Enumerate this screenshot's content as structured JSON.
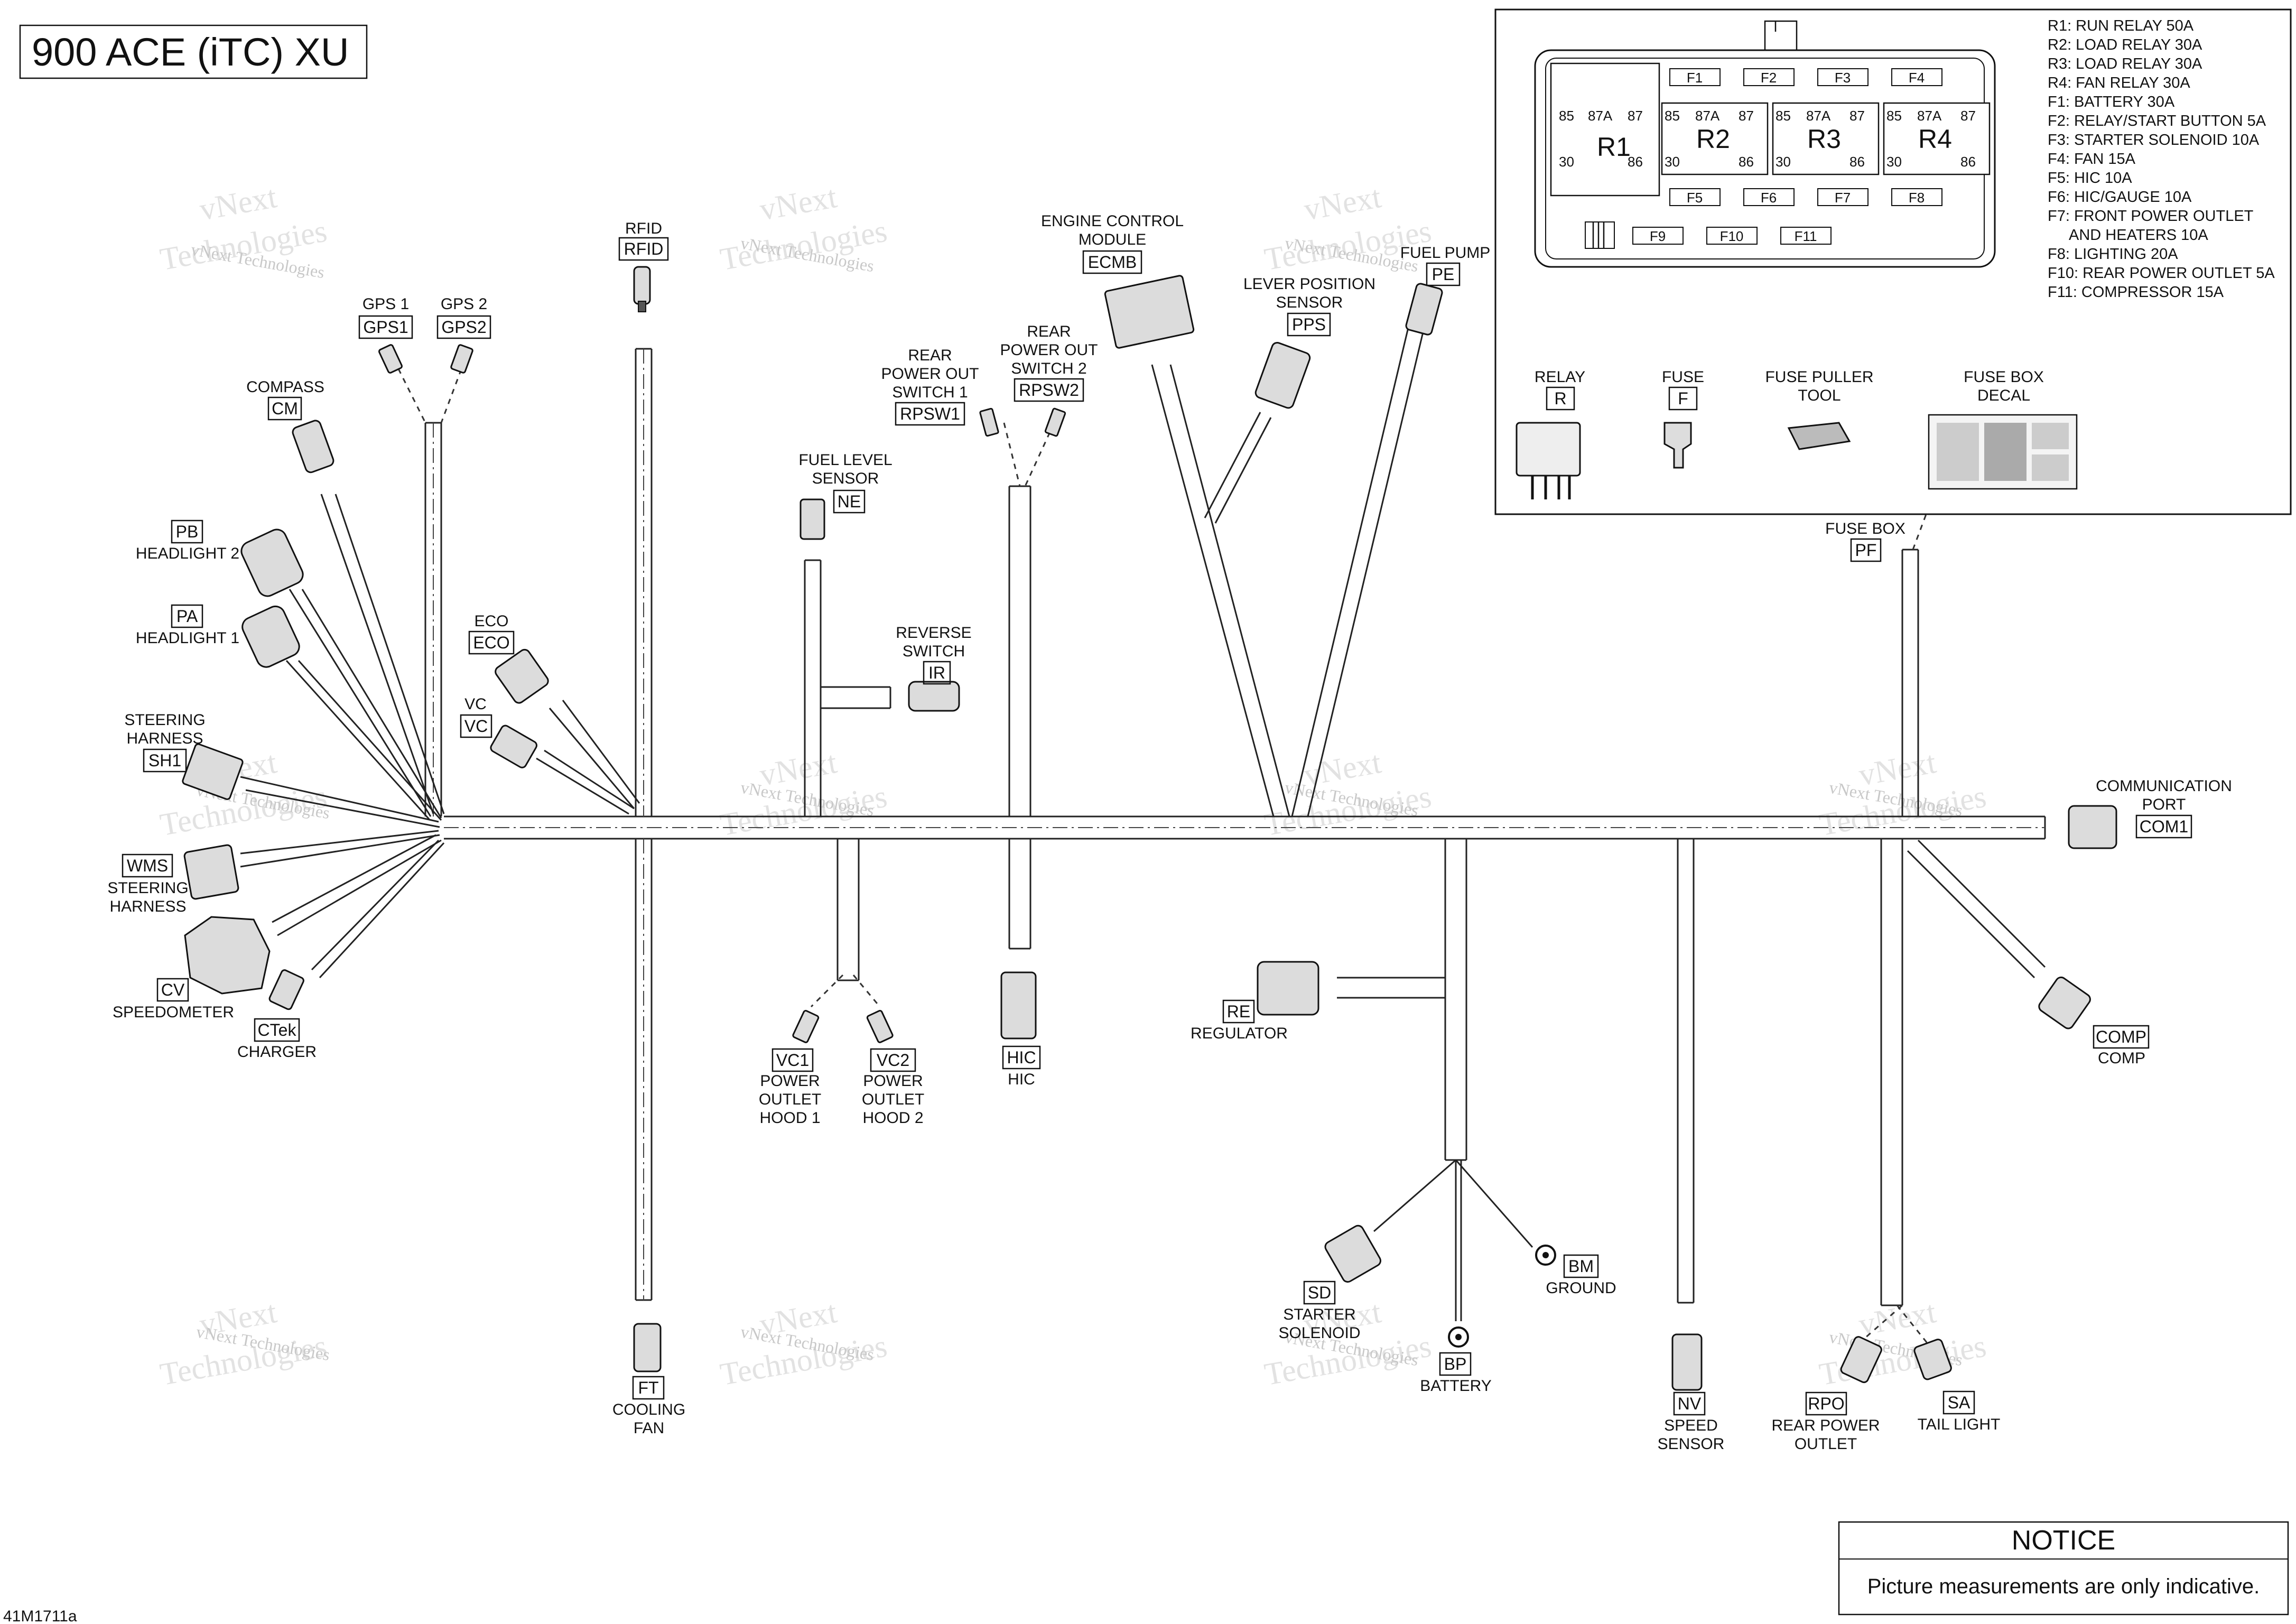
{
  "title": "900 ACE (iTC) XU",
  "part_number": "41M1711a",
  "watermark": {
    "line1": "vNext",
    "line2": "Technologies",
    "small": "vNext Technologies"
  },
  "connectors": {
    "rfid": {
      "code": "RFID",
      "label": "RFID"
    },
    "gps1": {
      "code": "GPS1",
      "label": "GPS 1"
    },
    "gps2": {
      "code": "GPS2",
      "label": "GPS 2"
    },
    "compass": {
      "code": "CM",
      "label": "COMPASS"
    },
    "headlight2": {
      "code": "PB",
      "label": "HEADLIGHT 2"
    },
    "headlight1": {
      "code": "PA",
      "label": "HEADLIGHT 1"
    },
    "eco": {
      "code": "ECO",
      "label": "ECO"
    },
    "vc": {
      "code": "VC",
      "label": "VC"
    },
    "steering_sh1": {
      "code": "SH1",
      "label1": "STEERING",
      "label2": "HARNESS"
    },
    "steering_wms": {
      "code": "WMS",
      "label1": "STEERING",
      "label2": "HARNESS"
    },
    "speedometer": {
      "code": "CV",
      "label": "SPEEDOMETER"
    },
    "charger": {
      "code": "CTek",
      "label": "CHARGER"
    },
    "ecm": {
      "code": "ECMB",
      "label1": "ENGINE CONTROL",
      "label2": "MODULE"
    },
    "rpsw1": {
      "code": "RPSW1",
      "label1": "REAR",
      "label2": "POWER OUT",
      "label3": "SWITCH 1"
    },
    "rpsw2": {
      "code": "RPSW2",
      "label1": "REAR",
      "label2": "POWER OUT",
      "label3": "SWITCH 2"
    },
    "lever": {
      "code": "PPS",
      "label1": "LEVER POSITION",
      "label2": "SENSOR"
    },
    "fuelpump": {
      "code": "PE",
      "label": "FUEL PUMP"
    },
    "fuellevel": {
      "code": "NE",
      "label1": "FUEL LEVEL",
      "label2": "SENSOR"
    },
    "reverse": {
      "code": "IR",
      "label1": "REVERSE",
      "label2": "SWITCH"
    },
    "fusebox": {
      "code": "PF",
      "label": "FUSE BOX"
    },
    "comport": {
      "code": "COM1",
      "label1": "COMMUNICATION",
      "label2": "PORT"
    },
    "comp": {
      "code": "COMP",
      "label": "COMP"
    },
    "vc1": {
      "code": "VC1",
      "label1": "POWER",
      "label2": "OUTLET",
      "label3": "HOOD 1"
    },
    "vc2": {
      "code": "VC2",
      "label1": "POWER",
      "label2": "OUTLET",
      "label3": "HOOD 2"
    },
    "hic": {
      "code": "HIC",
      "label": "HIC"
    },
    "regulator": {
      "code": "RE",
      "label": "REGULATOR"
    },
    "coolingfan": {
      "code": "FT",
      "label1": "COOLING",
      "label2": "FAN"
    },
    "starter": {
      "code": "SD",
      "label1": "STARTER",
      "label2": "SOLENOID"
    },
    "ground": {
      "code": "BM",
      "label": "GROUND"
    },
    "battery": {
      "code": "BP",
      "label": "BATTERY"
    },
    "speedsensor": {
      "code": "NV",
      "label1": "SPEED",
      "label2": "SENSOR"
    },
    "rearoutlet": {
      "code": "RPO",
      "label1": "REAR POWER",
      "label2": "OUTLET"
    },
    "taillight": {
      "code": "SA",
      "label": "TAIL LIGHT"
    }
  },
  "fuse_box": {
    "relays": [
      {
        "name": "R1",
        "pins": [
          "85",
          "87A",
          "87",
          "30",
          "86"
        ]
      },
      {
        "name": "R2",
        "pins": [
          "85",
          "87A",
          "87",
          "30",
          "86"
        ]
      },
      {
        "name": "R3",
        "pins": [
          "85",
          "87A",
          "87",
          "30",
          "86"
        ]
      },
      {
        "name": "R4",
        "pins": [
          "85",
          "87A",
          "87",
          "30",
          "86"
        ]
      }
    ],
    "fuses_top": [
      "F1",
      "F2",
      "F3",
      "F4"
    ],
    "fuses_mid": [
      "F5",
      "F6",
      "F7",
      "F8"
    ],
    "fuses_bottom": [
      "F9",
      "F10",
      "F11"
    ],
    "legend": [
      "R1: RUN RELAY 50A",
      "R2: LOAD RELAY 30A",
      "R3: LOAD RELAY 30A",
      "R4: FAN RELAY 30A",
      "F1: BATTERY 30A",
      "F2: RELAY/START BUTTON 5A",
      "F3: STARTER SOLENOID 10A",
      "F4: FAN 15A",
      "F5: HIC 10A",
      "F6: HIC/GAUGE 10A",
      "F7: FRONT POWER OUTLET",
      "AND HEATERS 10A",
      "F8: LIGHTING 20A",
      "F10: REAR POWER OUTLET 5A",
      "F11: COMPRESSOR 15A"
    ],
    "parts": [
      {
        "label": "RELAY",
        "code": "R"
      },
      {
        "label": "FUSE",
        "code": "F"
      },
      {
        "label1": "FUSE PULLER",
        "label2": "TOOL"
      },
      {
        "label1": "FUSE BOX",
        "label2": "DECAL"
      }
    ]
  },
  "notice": {
    "heading": "NOTICE",
    "text": "Picture measurements are only indicative."
  }
}
